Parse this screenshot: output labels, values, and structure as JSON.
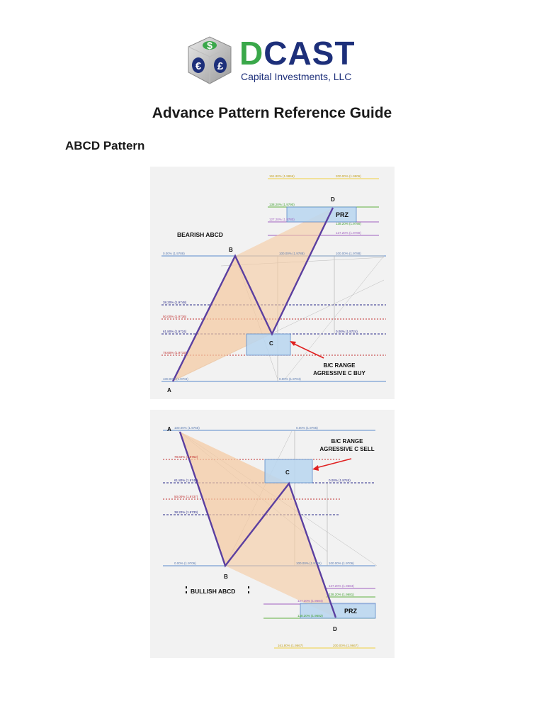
{
  "logo": {
    "brand_d": "D",
    "brand_rest": "CAST",
    "subtitle": "Capital Investments, LLC",
    "icon_symbols": [
      "$",
      "€",
      "£"
    ]
  },
  "document": {
    "title": "Advance Pattern Reference Guide",
    "section_heading": "ABCD Pattern"
  },
  "bearish_chart": {
    "title": "BEARISH ABCD",
    "points": {
      "a": "A",
      "b": "B",
      "c": "C",
      "d": "D"
    },
    "prz": "PRZ",
    "annotation_line1": "B/C RANGE",
    "annotation_line2": "AGRESSIVE C BUY",
    "levels_left": [
      "0.00% (1.9788)",
      "38.20% (1.9748)",
      "50.00% (1.9736)",
      "61.80% (1.9724)",
      "78.60% (1.9715)",
      "100.00% (1.9704)"
    ],
    "levels_right": [
      "161.80% (1.9866)",
      "200.00% (1.9906)",
      "138.20% (1.9790)",
      "138.20% (1.9790)",
      "127.20% (1.9780)",
      "127.20% (1.9780)",
      "100.00% (1.9788)",
      "100.00% (1.9788)",
      "0.00% (1.9724)",
      "0.00% (1.9704)"
    ]
  },
  "bullish_chart": {
    "title": "BULLISH ABCD",
    "points": {
      "a": "A",
      "b": "B",
      "c": "C",
      "d": "D"
    },
    "prz": "PRZ",
    "annotation_line1": "B/C RANGE",
    "annotation_line2": "AGRESSIVE C SELL",
    "levels_left": [
      "100.00% (1.9765)",
      "78.60% (1.9752)",
      "61.80% (1.9745)",
      "50.00% (1.9737)",
      "38.20% (1.9730)",
      "0.00% (1.9706)"
    ],
    "levels_right": [
      "0.00% (1.9765)",
      "0.00% (1.9745)",
      "100.00% (1.9706)",
      "100.00% (1.9706)",
      "127.20% (1.9684)",
      "138.20% (1.9681)",
      "127.20% (1.9684)",
      "138.20% (1.9682)",
      "161.80% (1.9667)",
      "200.00% (1.9667)"
    ]
  },
  "colors": {
    "background": "#f2f2f2",
    "main_line": "#5b3fa0",
    "fill": "#f5c9a0",
    "level_blue": "#7aa0d4",
    "level_navy": "#2a2a8a",
    "level_red": "#c03030",
    "brand_green": "#3aa84a",
    "brand_navy": "#1d2f7a"
  }
}
